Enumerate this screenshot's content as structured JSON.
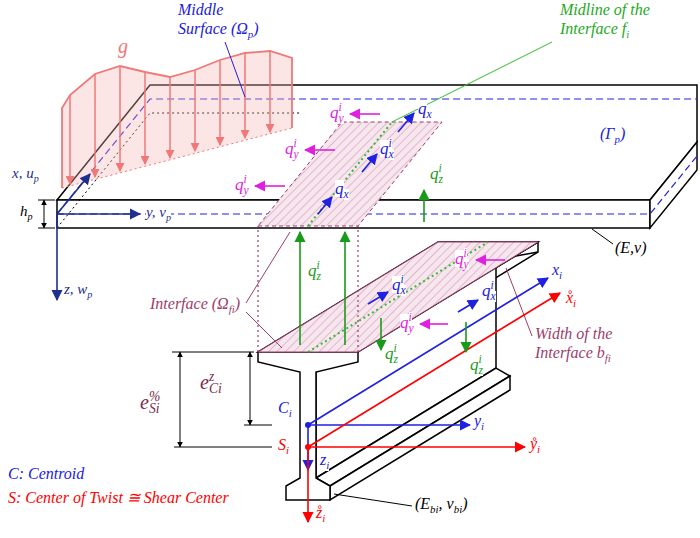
{
  "diagram": {
    "labels": [
      "g",
      "Middle",
      "Surface (Ω",
      "p",
      ")",
      "Midline of the",
      "Interface f",
      "i",
      "x, u",
      "p",
      "y, v",
      "p",
      "z, w",
      "p",
      "h",
      "p",
      "(Γ",
      "p",
      ")",
      "(E,ν)",
      "Interface (Ω",
      "fi",
      ")",
      "Width of the",
      "Interface b",
      "fi",
      "e",
      "%",
      "Si",
      "e",
      "z",
      "Ci",
      "C",
      "i",
      "S",
      "i",
      "x",
      "i",
      "x̊",
      "i",
      "y",
      "i",
      "ẙ",
      "i",
      "z",
      "i",
      "z̊",
      "i",
      "(E",
      "bi",
      ", ν",
      "bi",
      ")",
      "C: Centroid",
      "S: Center of Twist ≅ Shear Center",
      "q",
      "x",
      "q",
      "y",
      "i",
      "q",
      "x",
      "i",
      "q",
      "y",
      "i",
      "q",
      "z",
      "i",
      "q",
      "x",
      "q",
      "y",
      "i",
      "q",
      "z",
      "i",
      "q",
      "x",
      "i",
      "q",
      "y",
      "i",
      "q",
      "x",
      "i",
      "q",
      "y",
      "i",
      "q",
      "z",
      "i",
      "q",
      "z",
      "i"
    ]
  }
}
